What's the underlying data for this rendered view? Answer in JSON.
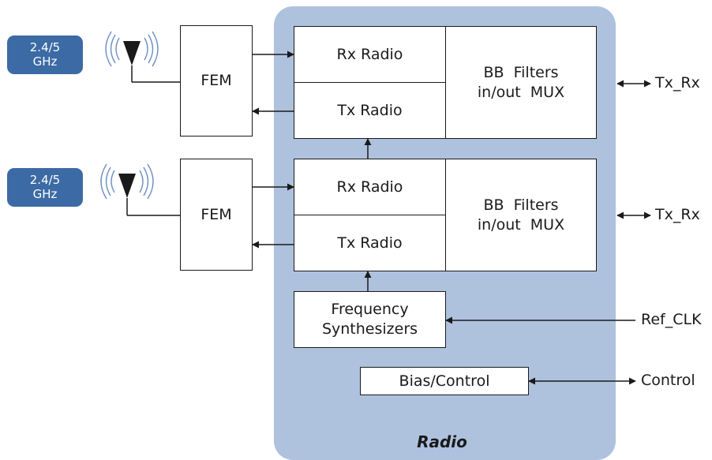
{
  "badges": {
    "top": {
      "line1": "2.4/5",
      "line2": "GHz"
    },
    "bottom": {
      "line1": "2.4/5",
      "line2": "GHz"
    }
  },
  "fem": {
    "top": "FEM",
    "bottom": "FEM"
  },
  "chain1": {
    "rx": "Rx Radio",
    "tx": "Tx Radio",
    "bb_line1": "BB  Filters",
    "bb_line2": "in/out  MUX"
  },
  "chain2": {
    "rx": "Rx Radio",
    "tx": "Tx Radio",
    "bb_line1": "BB  Filters",
    "bb_line2": "in/out  MUX"
  },
  "synth": {
    "line1": "Frequency",
    "line2": "Synthesizers"
  },
  "bias": "Bias/Control",
  "radio_label": "Radio",
  "external": {
    "txrx_top": "Tx_Rx",
    "txrx_bottom": "Tx_Rx",
    "ref_clk": "Ref_CLK",
    "control": "Control"
  },
  "colors": {
    "radio_background": "#aec2de",
    "badge": "#3c6aa4",
    "antenna_waves": "#6a8cc4"
  }
}
